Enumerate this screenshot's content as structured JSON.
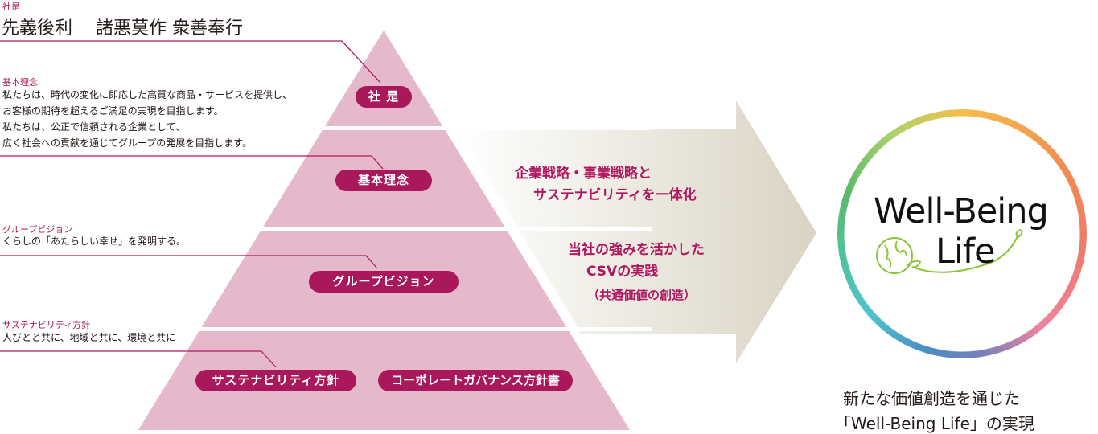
{
  "motto": {
    "caption": "社是",
    "text": "先義後利　 諸悪莫作 衆善奉行"
  },
  "philosophy": {
    "caption": "基本理念",
    "lines": [
      "私たちは、時代の変化に即応した高質な商品・サービスを提供し、",
      "お客様の期待を超えるご満足の実現を目指します。",
      "私たちは、公正で信頼される企業として、",
      "広く社会への貢献を通じてグループの発展を目指します。"
    ]
  },
  "vision": {
    "caption": "グループビジョン",
    "text": "くらしの「あたらしい幸せ」を発明する。"
  },
  "sustainability": {
    "caption": "サステナビリティ方針",
    "text": "人びとと共に、地域と共に、環境と共に"
  },
  "pyramid": {
    "labels": [
      "社 是",
      "基本理念",
      "グループビジョン",
      "サステナビリティ方針",
      "コーポレートガバナンス方針書"
    ]
  },
  "arrow": {
    "line1": "企業戦略・事業戦略と",
    "line2": "サステナビリティを一体化",
    "line3": "当社の強みを活かした",
    "line4": "CSVの実践",
    "line5": "（共通価値の創造）"
  },
  "logo": {
    "line1": "Well-Being",
    "line2": "Life"
  },
  "result": {
    "line1": "新たな価値創造を通じた",
    "line2": "「Well-Being Life」の実現"
  },
  "colors": {
    "accent": "#a8185a",
    "pyramid": "#e6b8cb",
    "arrow": "#d9d3c2"
  }
}
